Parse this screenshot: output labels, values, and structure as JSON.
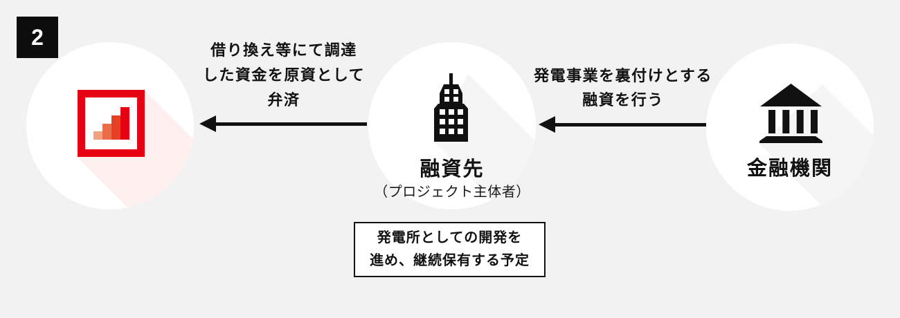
{
  "background_color": "#f2f2f2",
  "accent_red": "#e60012",
  "step_badge": {
    "number": "2"
  },
  "nodes": {
    "service": {
      "icon": "bar-chart-logo",
      "logo_frame_color": "#e60012",
      "logo_bar_colors": [
        "#f1a17d",
        "#ec6c48",
        "#e64023",
        "#e60012"
      ]
    },
    "lender": {
      "icon": "office-building-icon",
      "title": "融資先",
      "subtitle": "（プロジェクト主体者）"
    },
    "bank": {
      "icon": "bank-icon",
      "title": "金融機関"
    }
  },
  "arrows": {
    "repayment": {
      "direction": "left",
      "label": "借り換え等にて調達\nした資金を原資として\n弁済"
    },
    "loan": {
      "direction": "left",
      "label": "発電事業を裏付けとする\n融資を行う"
    }
  },
  "note": {
    "text": "発電所としての開発を\n進め、継続保有する予定"
  }
}
